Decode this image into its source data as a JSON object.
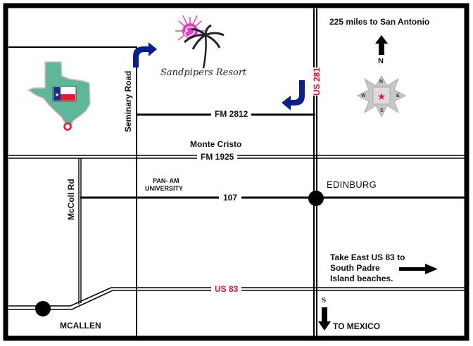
{
  "map": {
    "title": "Sandpipers Resort",
    "roads": {
      "seminary": "Seminary Road",
      "fm2812": "FM 2812",
      "us281": "US 281",
      "monte_cristo": "Monte Cristo",
      "fm1925": "FM 1925",
      "mccoll": "McColl Rd",
      "r107": "107",
      "us83": "US 83"
    },
    "places": {
      "pan_am_line1": "PAN- AM",
      "pan_am_line2": "UNIVERSITY",
      "edinburg": "EDINBURG",
      "mcallen": "MCALLEN"
    },
    "directions": {
      "san_antonio": "225 miles to San Antonio",
      "north": "N",
      "south": "S",
      "to_mexico": "TO MEXICO",
      "padre_line1": "Take East US 83 to",
      "padre_line2": "South Padre",
      "padre_line3": "Island beaches."
    },
    "compass": {
      "n": "N",
      "e": "E",
      "s": "S",
      "w": "W"
    },
    "icons": {
      "texas_map": "texas-state-icon",
      "resort_logo": "palm-tree-sun-icon",
      "compass": "compass-rose-icon",
      "turn_arrows": "curved-turn-arrow-icon"
    },
    "colors": {
      "border": "#000000",
      "road": "#000000",
      "highway_label": "#e0102a",
      "turn_arrow": "#0a1f8a",
      "texas_fill": "#5fb79a",
      "sun": "#e040c8"
    }
  }
}
